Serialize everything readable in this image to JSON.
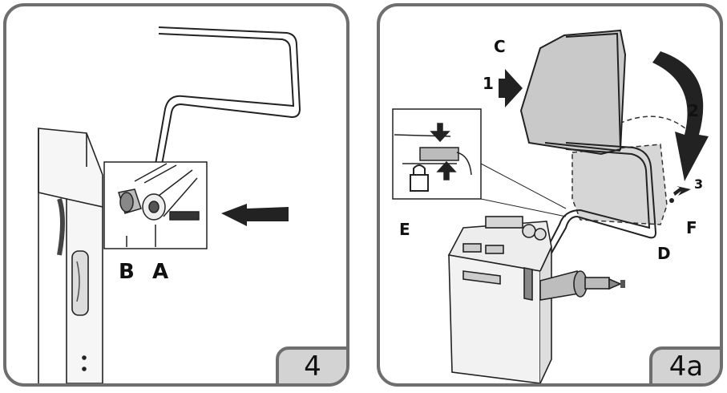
{
  "figure_4": {
    "number": "4",
    "labels": {
      "b": "B",
      "a": "A"
    }
  },
  "figure_4a": {
    "number": "4a",
    "labels": {
      "c": "C",
      "one": "1",
      "two": "2",
      "three": "3",
      "e": "E",
      "d": "D",
      "f": "F"
    }
  }
}
